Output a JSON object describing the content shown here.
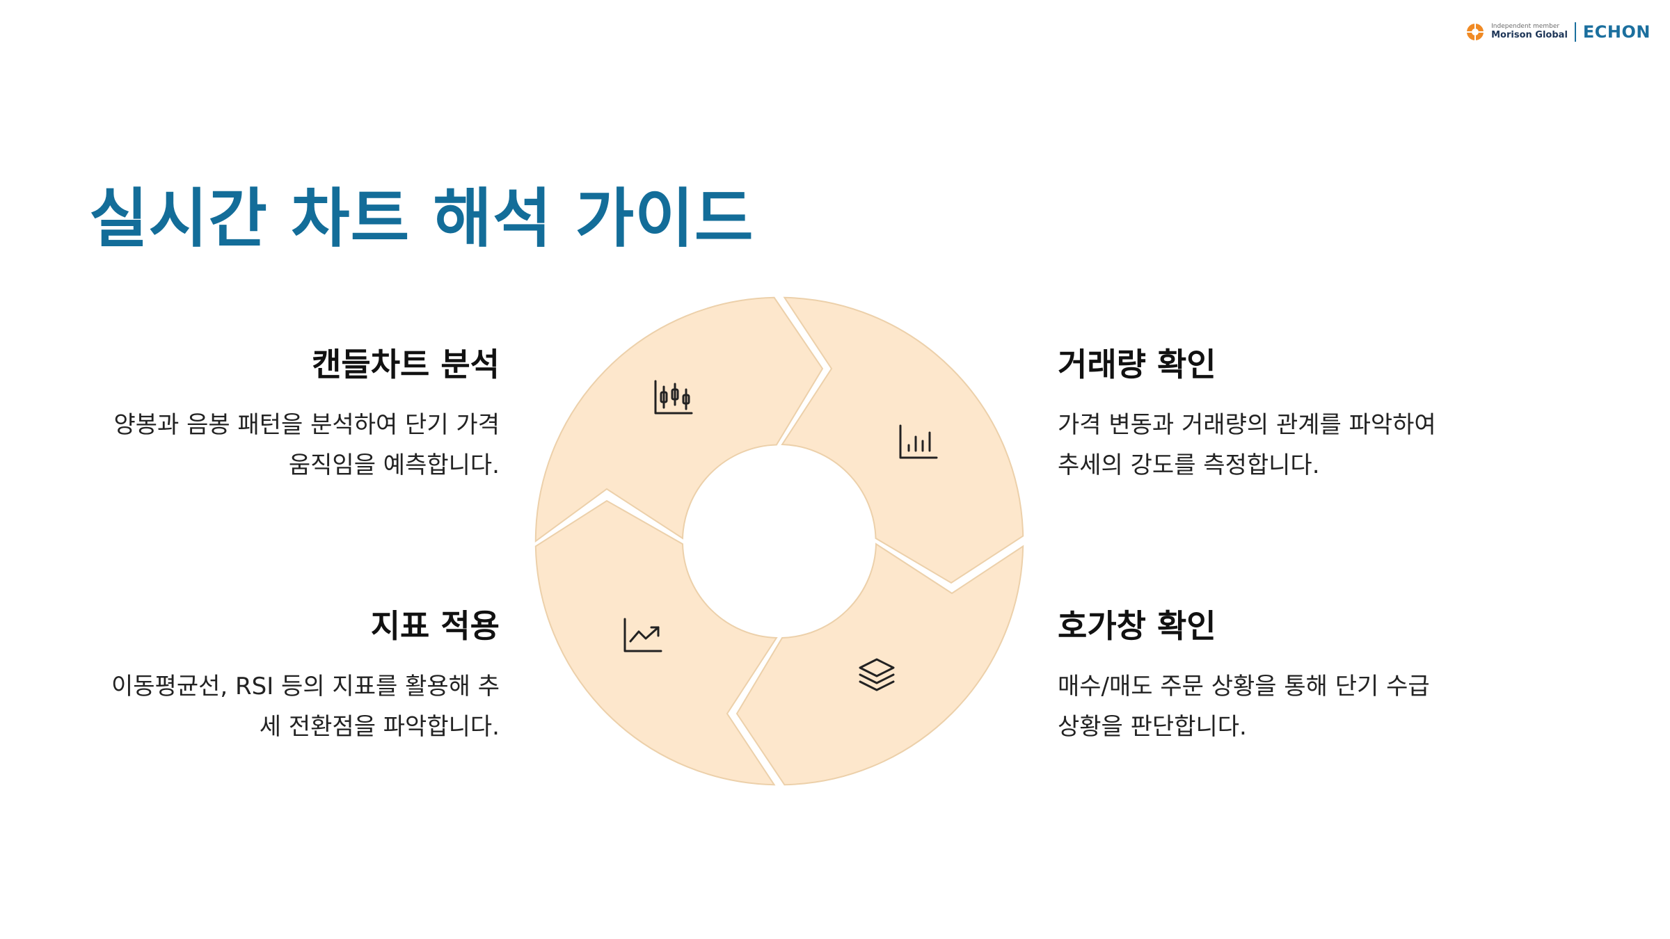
{
  "logo": {
    "small_text": "Independent member",
    "network": "Morison Global",
    "brand": "ECHON"
  },
  "title": "실시간 차트 해석 가이드",
  "steps": {
    "candle": {
      "heading": "캔들차트 분석",
      "lines": [
        "양봉과 음봉 패턴을 분석하여 단기 가격",
        "움직임을 예측합니다."
      ],
      "icon": "candlestick-chart-icon"
    },
    "volume": {
      "heading": "거래량 확인",
      "lines": [
        "가격 변동과 거래량의 관계를 파악하여",
        "추세의 강도를 측정합니다."
      ],
      "icon": "bar-chart-icon"
    },
    "indicator": {
      "heading": "지표 적용",
      "lines": [
        "이동평균선, RSI 등의 지표를 활용해 추",
        "세 전환점을 파악합니다."
      ],
      "icon": "trending-chart-icon"
    },
    "orderbook": {
      "heading": "호가창 확인",
      "lines": [
        "매수/매도 주문 상황을 통해 단기 수급",
        "상황을 판단합니다."
      ],
      "icon": "layers-icon"
    }
  },
  "colors": {
    "title": "#136d99",
    "segment_fill": "#fde7cc",
    "segment_stroke": "#ecd0aa",
    "logo_orange": "#f08a24"
  }
}
